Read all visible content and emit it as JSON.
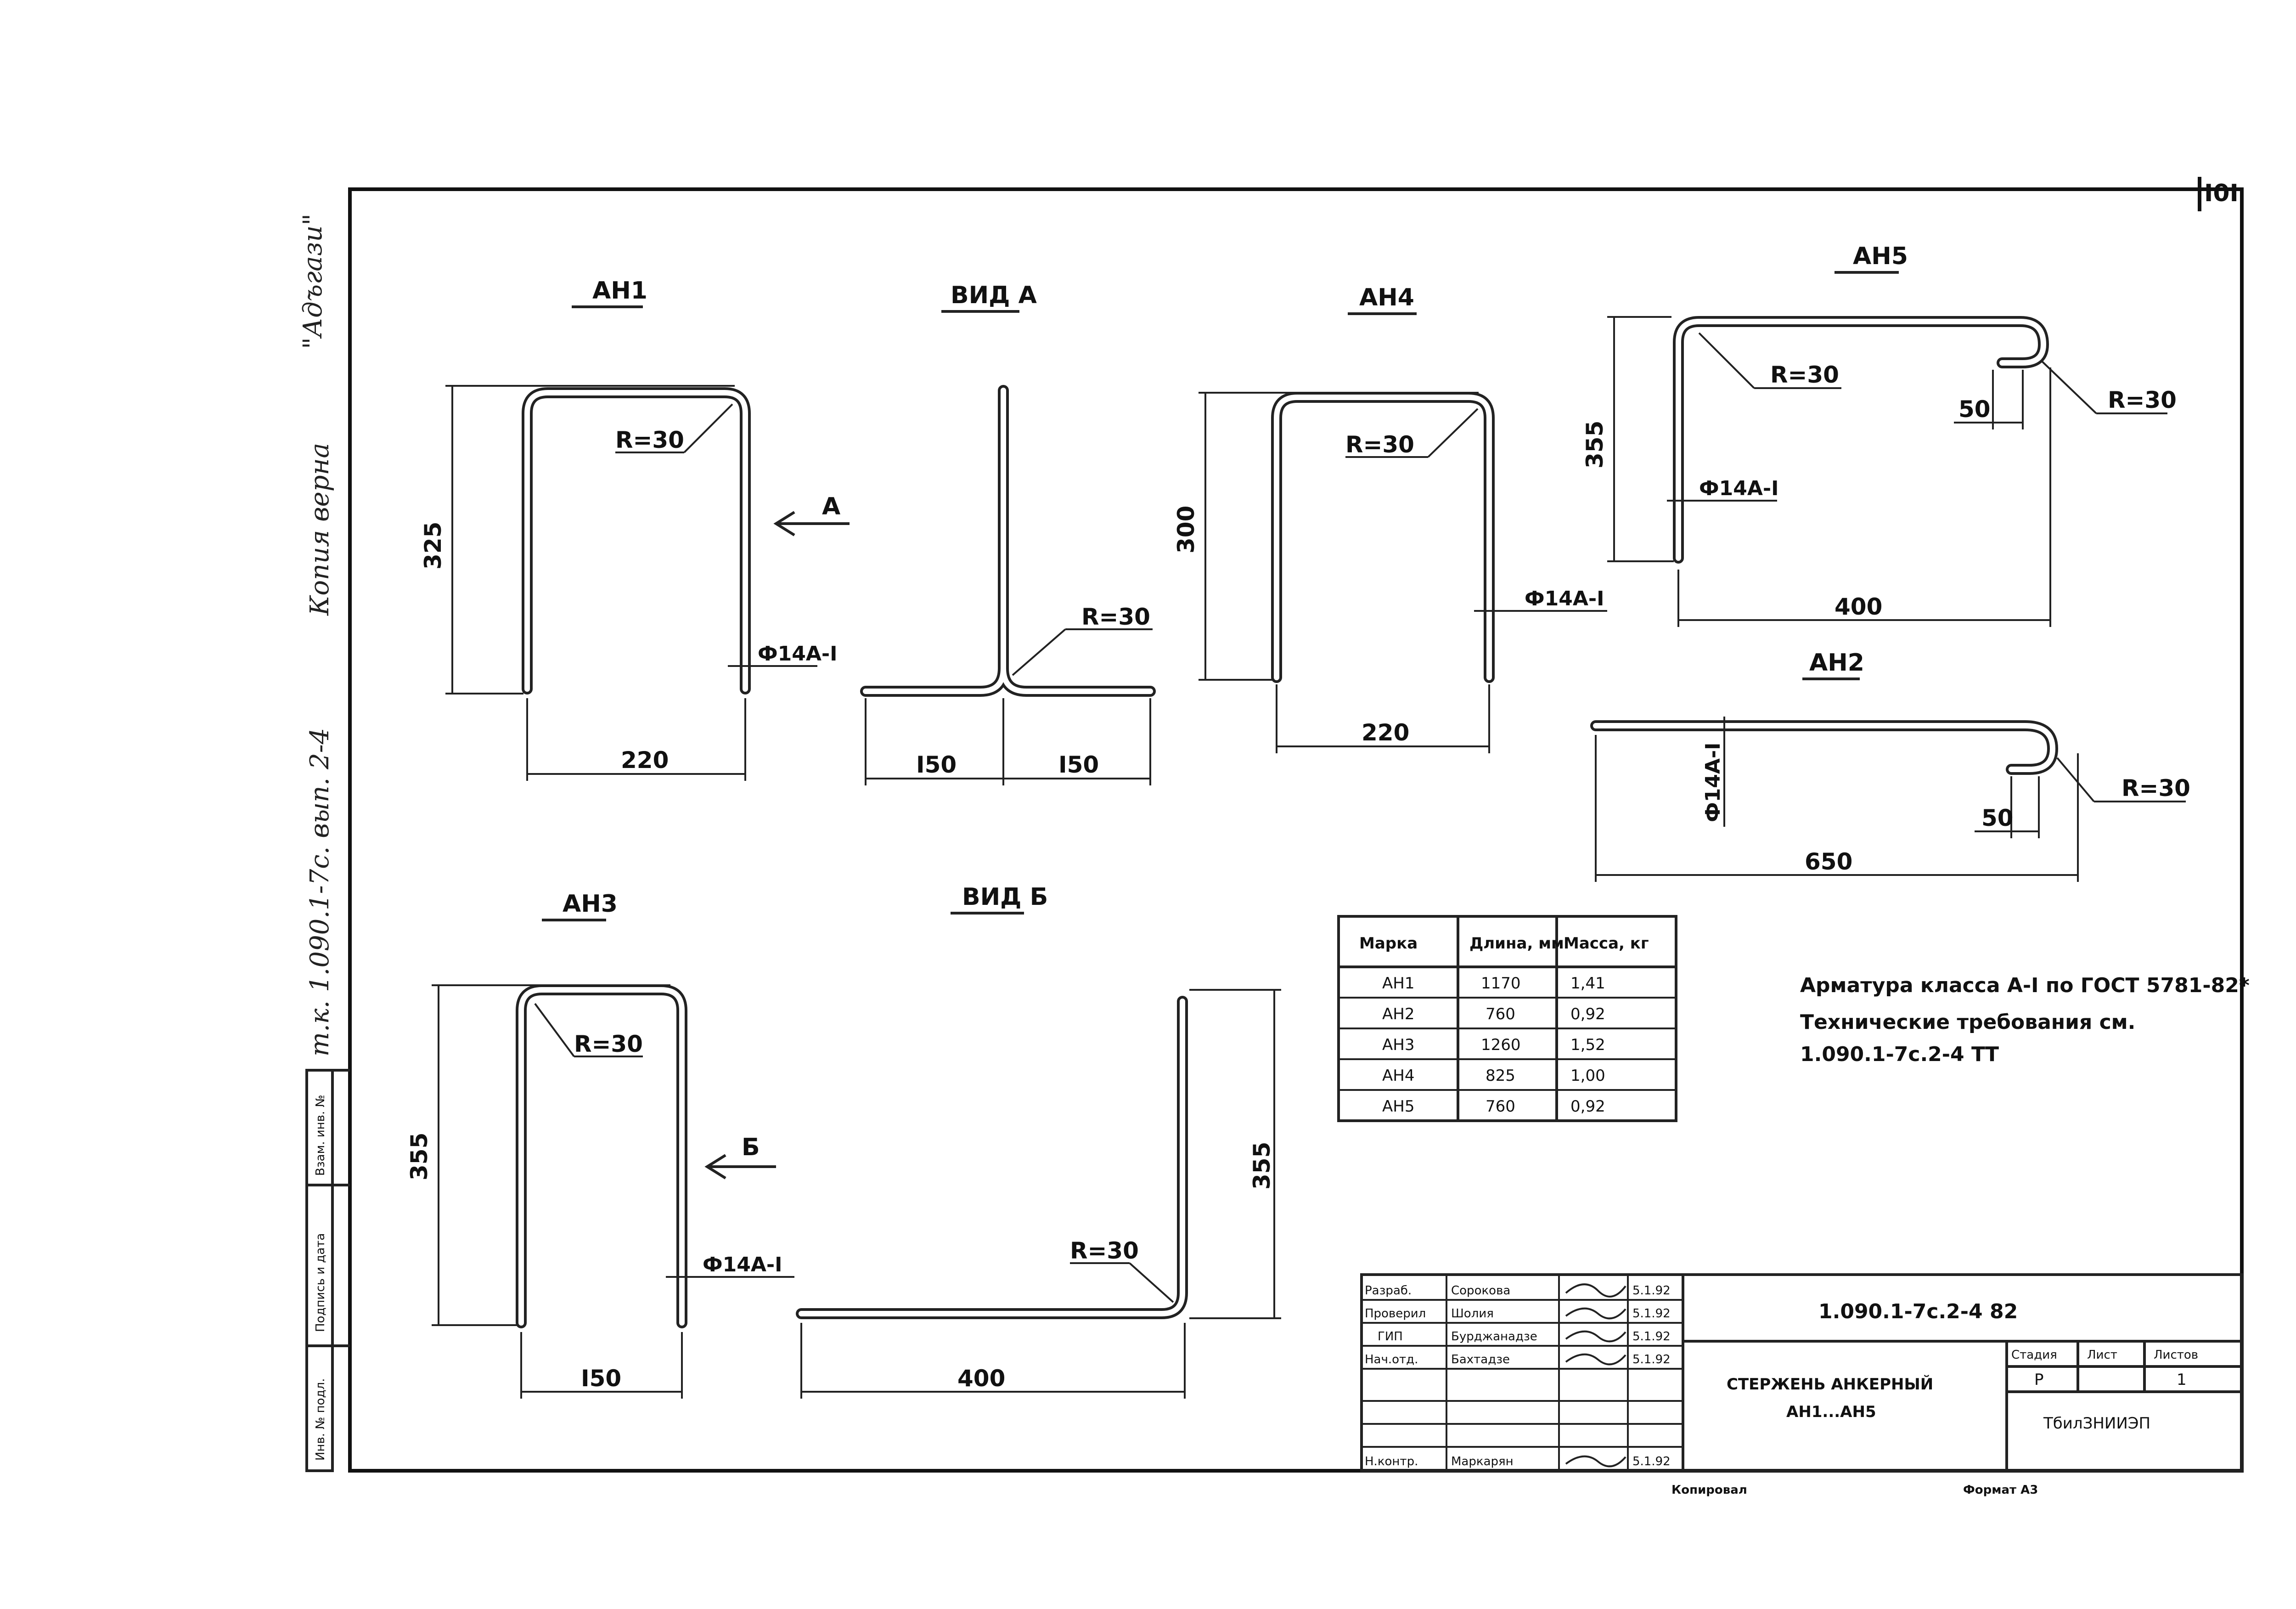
{
  "sheet": {
    "number": "I0I",
    "copied_label": "Копировал",
    "format_label": "Формат А3"
  },
  "side_notes": {
    "stamp_text": "\"Адъгази\"",
    "copy_true": "Копия верна",
    "ref": "т.к. 1.090.1-7с. вып. 2-4"
  },
  "left_strip": [
    "Инв. № подл.",
    "Подпись и дата",
    "Взам. инв. №"
  ],
  "drawings": {
    "ah1": {
      "title": "АН1",
      "height": "325",
      "width": "220",
      "radius": "R=30",
      "rod": "Ф14А-I",
      "view_arrow": "А"
    },
    "view_a": {
      "title": "ВИД А",
      "radius": "R=30",
      "left": "I50",
      "right": "I50"
    },
    "ah4": {
      "title": "АН4",
      "height": "300",
      "width": "220",
      "radius": "R=30",
      "rod": "Ф14А-I"
    },
    "ah5": {
      "title": "АН5",
      "height": "355",
      "width": "400",
      "hook": "50",
      "radius_a": "R=30",
      "radius_b": "R=30",
      "rod": "Ф14А-I"
    },
    "ah2": {
      "title": "АН2",
      "width": "650",
      "hook": "50",
      "radius": "R=30",
      "rod": "Ф14А-I"
    },
    "ah3": {
      "title": "АН3",
      "height": "355",
      "width": "I50",
      "radius": "R=30",
      "rod": "Ф14А-I",
      "view_arrow": "Б"
    },
    "view_b": {
      "title": "ВИД Б",
      "height": "355",
      "width": "400",
      "radius": "R=30"
    }
  },
  "spec_table": {
    "headers": [
      "Марка",
      "Длина, мм",
      "Масса, кг"
    ],
    "rows": [
      [
        "АН1",
        "1170",
        "1,41"
      ],
      [
        "АН2",
        "760",
        "0,92"
      ],
      [
        "АН3",
        "1260",
        "1,52"
      ],
      [
        "АН4",
        "825",
        "1,00"
      ],
      [
        "АН5",
        "760",
        "0,92"
      ]
    ]
  },
  "notes": [
    "Арматура класса А-I по ГОСТ 5781-82*",
    "Технические требования см.",
    "1.090.1-7с.2-4 ТТ"
  ],
  "title_block": {
    "doc_code": "1.090.1-7с.2-4 82",
    "name_line1": "СТЕРЖЕНЬ АНКЕРНЫЙ",
    "name_line2": "АН1...АН5",
    "stage_header": "Стадия",
    "sheet_header": "Лист",
    "sheets_header": "Листов",
    "stage": "Р",
    "sheets": "1",
    "org": "ТбилЗНИИЭП",
    "people": [
      {
        "role": "Разраб.",
        "name": "Сорокова",
        "date": "5.1.92"
      },
      {
        "role": "Проверил",
        "name": "Шолия",
        "date": "5.1.92"
      },
      {
        "role": "ГИП",
        "name": "Бурджанадзе",
        "date": "5.1.92"
      },
      {
        "role": "Нач.отд.",
        "name": "Бахтадзе",
        "date": "5.1.92"
      },
      {
        "role": "Н.контр.",
        "name": "Маркарян",
        "date": "5.1.92"
      }
    ]
  }
}
